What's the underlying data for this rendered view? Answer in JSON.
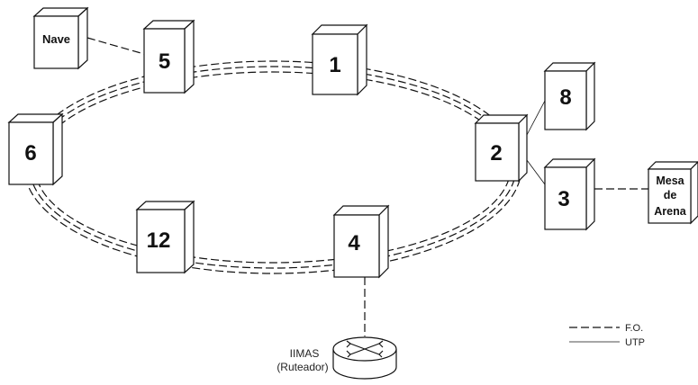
{
  "nodes": [
    {
      "id": "nave",
      "label": "Nave"
    },
    {
      "id": "n5",
      "label": "5"
    },
    {
      "id": "n1",
      "label": "1"
    },
    {
      "id": "n8",
      "label": "8"
    },
    {
      "id": "n6",
      "label": "6"
    },
    {
      "id": "n2",
      "label": "2"
    },
    {
      "id": "n3",
      "label": "3"
    },
    {
      "id": "mesa",
      "label_lines": [
        "Mesa",
        "de",
        "Arena"
      ]
    },
    {
      "id": "n12",
      "label": "12"
    },
    {
      "id": "n4",
      "label": "4"
    }
  ],
  "router": {
    "icon": "router-icon",
    "label_lines": [
      "IIMAS",
      "(Ruteador)"
    ]
  },
  "legend": {
    "fo_label": "F.O.",
    "utp_label": "UTP"
  },
  "colors": {
    "line": "#111111",
    "face": "#ffffff",
    "side": "#ffffff"
  }
}
